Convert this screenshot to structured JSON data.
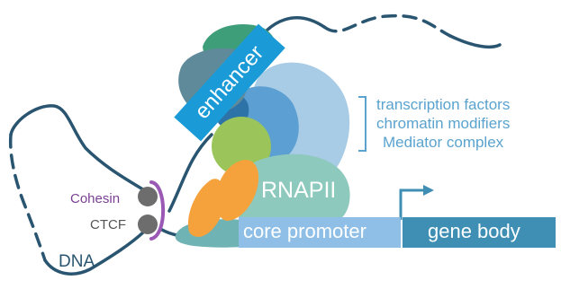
{
  "labels": {
    "enhancer": "enhancer",
    "rnapii": "RNAPII",
    "core_promoter": "core promoter",
    "gene_body": "gene body",
    "cohesin": "Cohesin",
    "ctcf": "CTCF",
    "dna": "DNA",
    "transcription_factors": "transcription factors",
    "chromatin_modifiers": "chromatin modifiers",
    "mediator_complex": "Mediator complex"
  },
  "colors": {
    "dna": "#2a5570",
    "cohesin_label": "#7b3f92",
    "cohesin_ring": "#9b59b6",
    "ctcf_label": "#555555",
    "ball": "#6d6d6d",
    "enhancer_box": "#1a9bd7",
    "enhancer_top": "#3f9e7a",
    "enhancer_left": "#5f8a9a",
    "tf_light": "#a8cbe6",
    "tf_mid": "#5c9fd2",
    "tf_dark": "#2e73a8",
    "green_blob": "#9bc45a",
    "rnapii": "#8dc9bc",
    "rnapii_base": "#6fb3b5",
    "orange": "#f6a23c",
    "core_promoter_bar": "#8fbfe6",
    "gene_body_bar": "#3f8fb5",
    "bracket_text": "#5aa3cf"
  }
}
